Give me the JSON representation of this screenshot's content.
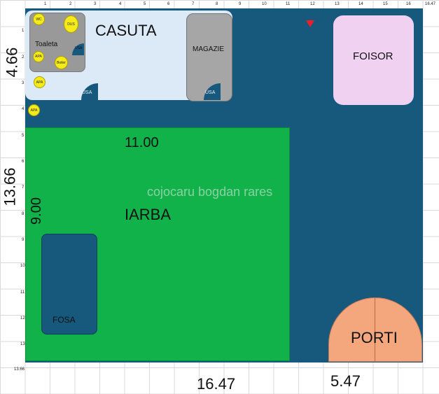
{
  "axis": {
    "top_ticks": [
      "1",
      "2",
      "3",
      "4",
      "5",
      "6",
      "7",
      "8",
      "9",
      "10",
      "11",
      "12",
      "13",
      "14",
      "15",
      "16",
      "16.47"
    ],
    "left_ticks": [
      "1",
      "2",
      "3",
      "4",
      "5",
      "6",
      "7",
      "8",
      "9",
      "10",
      "11",
      "12",
      "13"
    ],
    "corner": "13.66"
  },
  "dimensions": {
    "left_top": "4.66",
    "left_main": "13.66",
    "bottom_main": "16.47",
    "bottom_right": "5.47",
    "lawn_width": "11.00",
    "lawn_height": "9.00"
  },
  "areas": {
    "house": "CASUTA",
    "toilet": "Toaleta",
    "shed": "MAGAZIE",
    "gazebo": "FOISOR",
    "lawn": "IARBA",
    "septic": "FOSA",
    "gates": "PORTI"
  },
  "fixtures": {
    "wc": "WC",
    "shower": "DUS",
    "water1": "APA",
    "water2": "APA",
    "water3": "APA",
    "boiler": "Boiler",
    "door_toilet": "USA",
    "door_house": "USA",
    "door_shed": "USA"
  },
  "watermark": "cojocaru bogdan rares",
  "colors": {
    "plot": "#17587d",
    "house": "#dce9f6",
    "lawn": "#12b24a",
    "gazebo": "#f1d1f1",
    "gates": "#f4a77d",
    "fixture": "#f5ea1a",
    "marker": "#e8202a"
  }
}
